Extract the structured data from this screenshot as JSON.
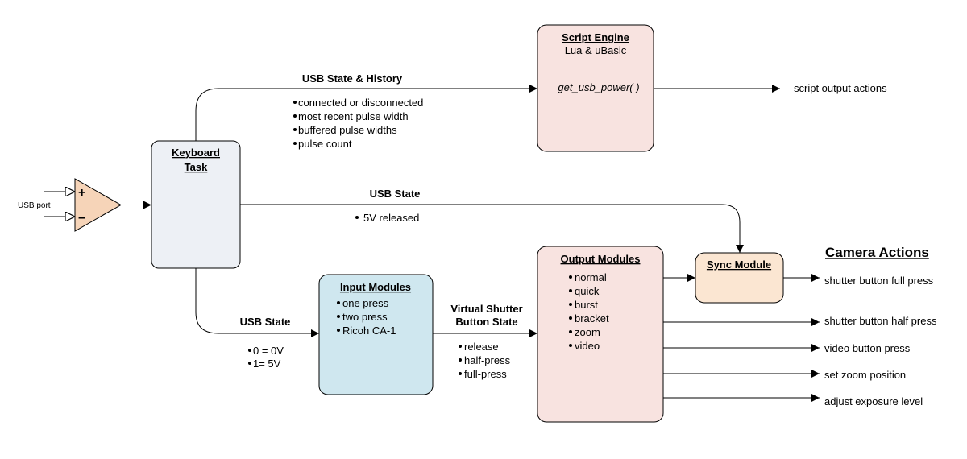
{
  "usb_port_label": "USB port",
  "comparator": {
    "plus": "+",
    "minus": "−"
  },
  "keyboard_task": {
    "line1": "Keyboard",
    "line2": "Task"
  },
  "script_engine": {
    "title": "Script Engine",
    "subtitle": "Lua & uBasic",
    "function": "get_usb_power( )"
  },
  "script_output": "script output actions",
  "usb_history": {
    "label": "USB State & History",
    "items": [
      "connected or disconnected",
      "most recent pulse width",
      "buffered pulse widths",
      "pulse count"
    ]
  },
  "usb_state_sync": {
    "label": "USB State",
    "items": [
      "5V released"
    ]
  },
  "usb_state_input": {
    "label": "USB State",
    "items": [
      "0 = 0V",
      "1= 5V"
    ]
  },
  "input_modules": {
    "title": "Input Modules",
    "items": [
      "one press",
      "two press",
      "Ricoh CA-1"
    ]
  },
  "virtual_shutter": {
    "line1": "Virtual Shutter",
    "line2": "Button State",
    "items": [
      "release",
      "half-press",
      "full-press"
    ]
  },
  "output_modules": {
    "title": "Output Modules",
    "items": [
      "normal",
      "quick",
      "burst",
      "bracket",
      "zoom",
      "video"
    ]
  },
  "sync_module": {
    "title": "Sync Module"
  },
  "camera_actions": {
    "title": "Camera Actions",
    "items": [
      "shutter button full press",
      "shutter button half press",
      "video button press",
      "set zoom position",
      "adjust exposure level"
    ]
  },
  "colors": {
    "keyboard_fill": "#edf0f5",
    "script_fill": "#f8e3e0",
    "input_fill": "#cfe7ef",
    "output_fill": "#f8e3e0",
    "sync_fill": "#fbe6d2",
    "comparator_fill": "#f6d4b8"
  }
}
